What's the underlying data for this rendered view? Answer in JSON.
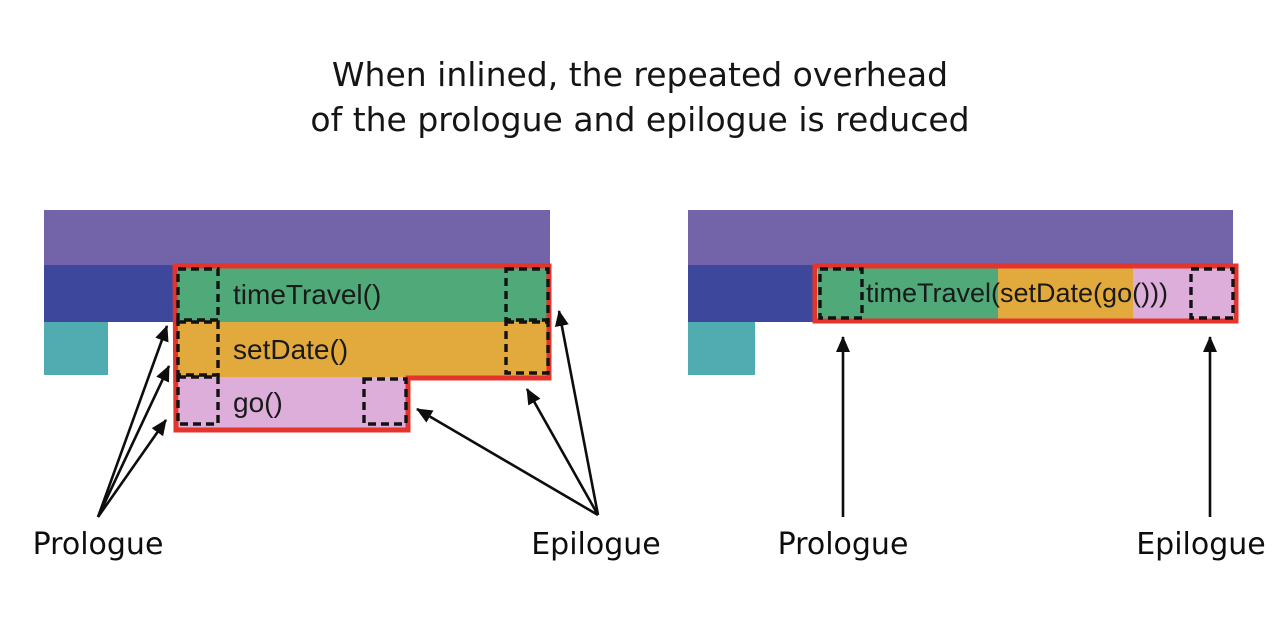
{
  "title": {
    "line1": "When inlined, the repeated overhead",
    "line2": "of the prologue and epilogue is reduced"
  },
  "left_diagram": {
    "bars": {
      "green_label": "timeTravel()",
      "orange_label": "setDate()",
      "pink_label": "go()"
    },
    "prologue_label": "Prologue",
    "epilogue_label": "Epilogue"
  },
  "right_diagram": {
    "bar_label": "timeTravel(setDate(go()))",
    "prologue_label": "Prologue",
    "epilogue_label": "Epilogue"
  },
  "palette": {
    "purple": "#7363A8",
    "blue": "#3D489C",
    "teal": "#50ACB1",
    "green": "#4FA978",
    "orange": "#E2A93C",
    "pink": "#DCAED9",
    "red": "#E5342B"
  }
}
